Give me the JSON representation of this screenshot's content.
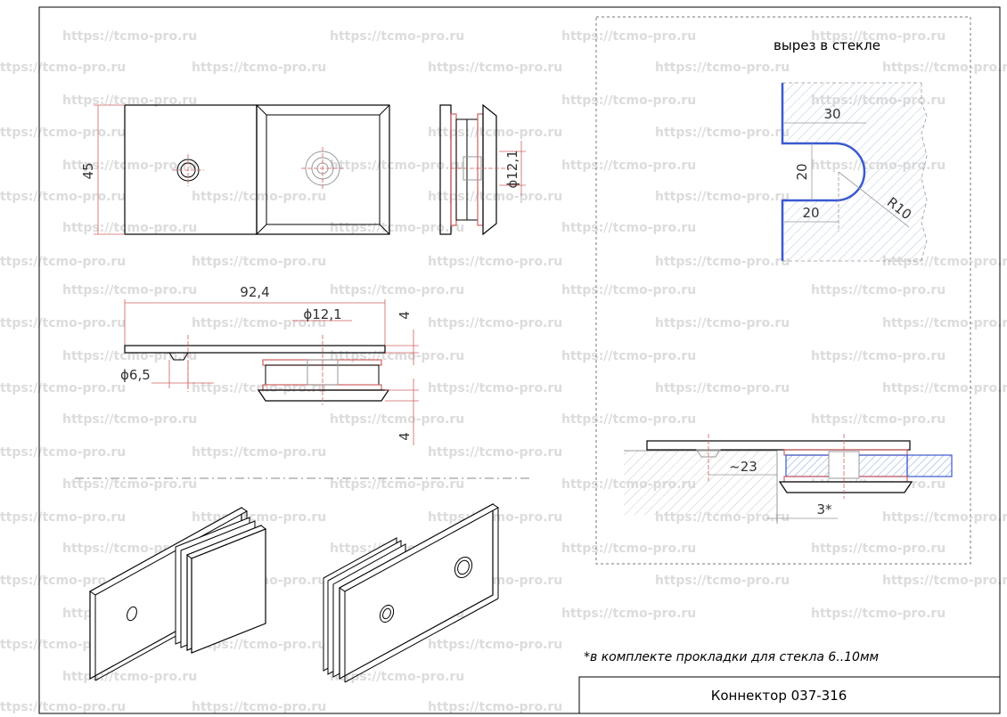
{
  "watermark": "https://tcmo-pro.ru",
  "colors": {
    "line": "#000000",
    "dim": "#d06060",
    "glass": "#3a5ad0",
    "hatch": "#b0c4dc",
    "watermark": "#dcdcdc"
  },
  "dims": {
    "height_45": "45",
    "length_92": "92,4",
    "dia_12_top": "ϕ12,1",
    "dia_12_side": "ϕ12,1",
    "dia_6": "ϕ6,5",
    "thk_4a": "4",
    "thk_4b": "4",
    "cut_30": "30",
    "cut_20v": "20",
    "cut_20h": "20",
    "cut_r10": "R10",
    "mount_23": "~23",
    "gap_3": "3*"
  },
  "labels": {
    "cutout_title": "вырез в стекле",
    "footnote": "*в комплекте прокладки для стекла 6..10мм",
    "title_block": "Коннектор  037-316"
  }
}
